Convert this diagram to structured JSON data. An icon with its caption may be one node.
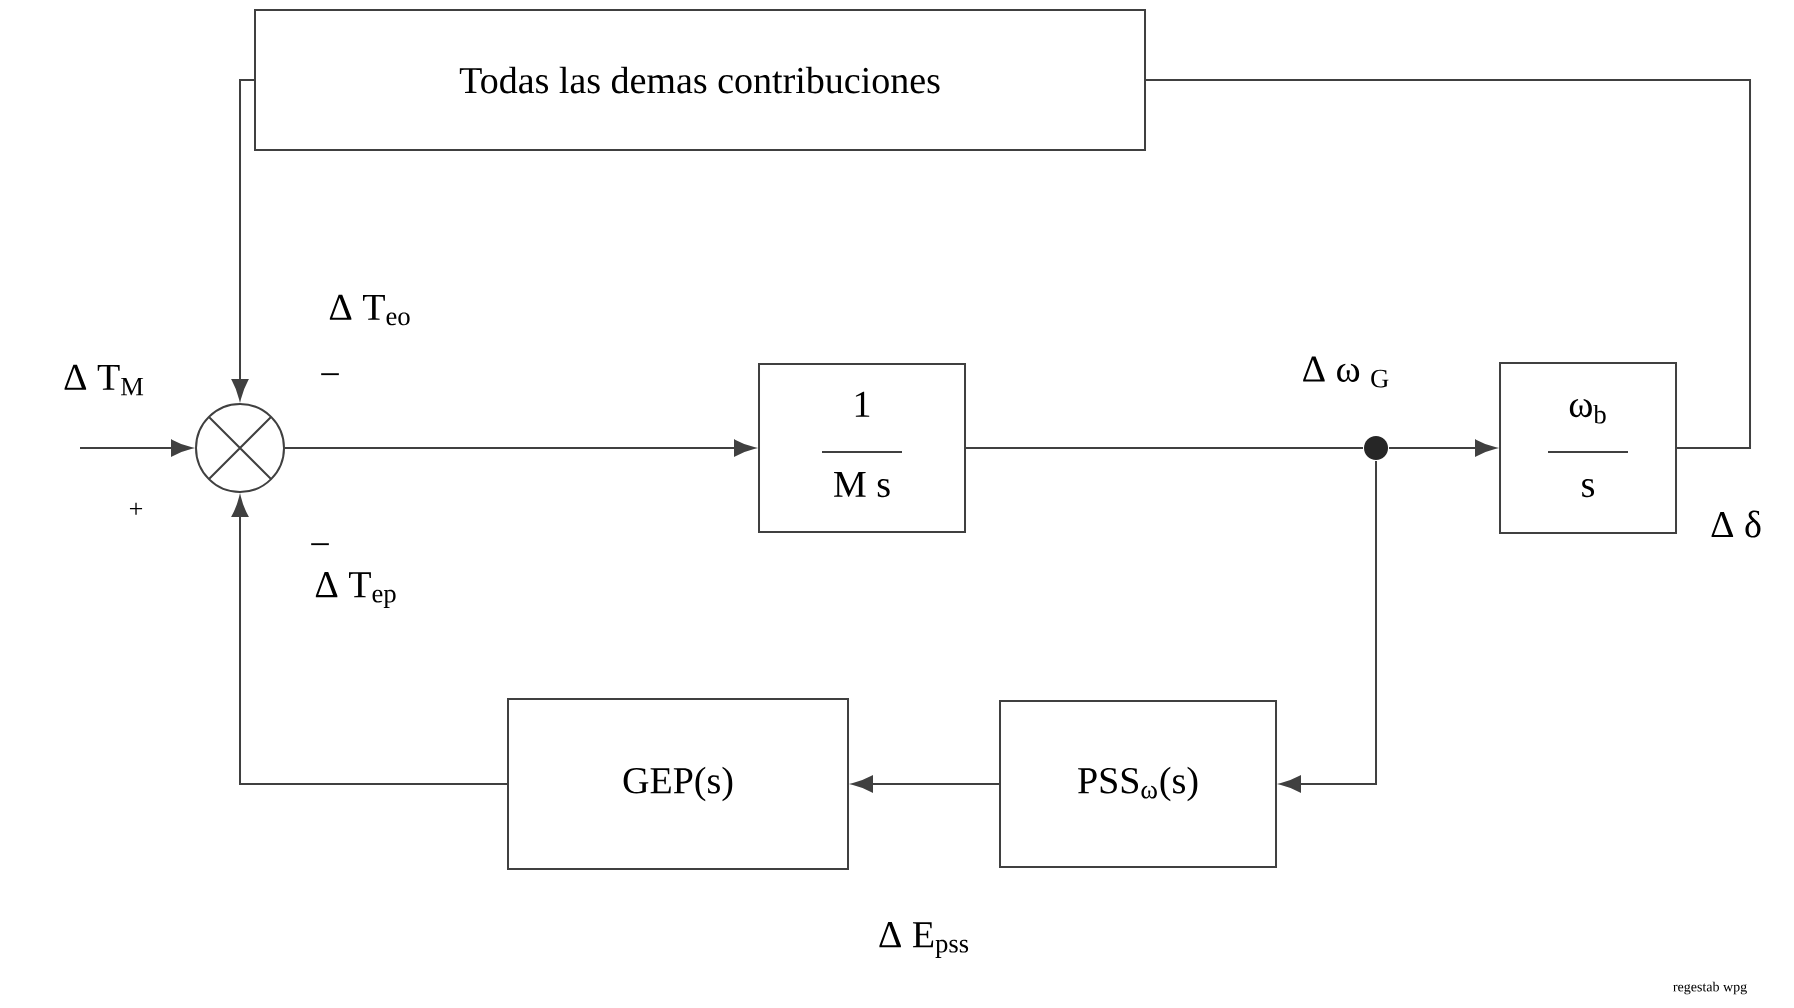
{
  "diagram": {
    "nodes": [
      {
        "text": [
          "Todas las demas contribuciones"
        ]
      },
      {
        "text": [],
        "shape": "circle"
      },
      {
        "text": [
          "1",
          "M s"
        ]
      },
      {
        "text": [],
        "shape": "circle",
        "beside": [
          "Δ ω $_{G}$"
        ]
      },
      {
        "text": [
          "ω$_{b}$",
          "s"
        ]
      },
      {
        "text": [
          "GEP(s)"
        ]
      },
      {
        "text": [
          "PSS$_{ω}$(s)"
        ]
      }
    ],
    "edges": [
      {
        "from": null,
        "to": 1,
        "arrow": "to",
        "label": "Δ T$_{M}$"
      },
      {
        "from": 0,
        "to": 1,
        "arrow": "to",
        "label": "Δ T$_{eo}$"
      },
      {
        "from": 1,
        "to": 2,
        "arrow": "to"
      },
      {
        "from": 2,
        "to": 3,
        "arrow": "none"
      },
      {
        "from": 3,
        "to": 4,
        "arrow": "to"
      },
      {
        "from": 4,
        "to": 0,
        "arrow": "none",
        "label": "Δ δ"
      },
      {
        "from": 3,
        "to": 6,
        "arrow": "to"
      },
      {
        "from": 6,
        "to": 5,
        "arrow": "to",
        "label": "Δ E$_{pss}$"
      },
      {
        "from": 5,
        "to": 1,
        "arrow": "to",
        "label": "Δ T$_{ep}$"
      }
    ],
    "labels": [
      "+",
      "−",
      "−",
      "regestab wpg"
    ]
  }
}
